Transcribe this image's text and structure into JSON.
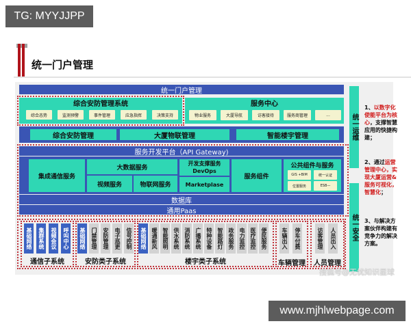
{
  "badges": {
    "top_left": "TG: MYYJJPP",
    "bottom_right": "www.mjhlwebpage.com"
  },
  "heading": {
    "title": "统一门户管理"
  },
  "diagram": {
    "portal_bar": "统一门户管理",
    "security_system": {
      "title": "综合安防管理系统",
      "items": [
        "综合态势",
        "监测预警",
        "事件管理",
        "应急指挥",
        "决策支持"
      ]
    },
    "service_center": {
      "title": "服务中心",
      "items": [
        "物业服务",
        "大厦导航",
        "访客接待",
        "服务商管理",
        "..."
      ]
    },
    "management_row": [
      "综合安防管理",
      "大厦物联管理",
      "智能楼宇管理"
    ],
    "platform": {
      "title": "服务开发平台（API Gateway)",
      "integrated_comm": "集成通信服务",
      "big_data": {
        "title": "大数据服务",
        "items": [
          "视频服务",
          "物联网服务"
        ]
      },
      "devops": {
        "title": "开发支撑服务",
        "subtitle": "DevOps",
        "marketplace": "Marketplase"
      },
      "service_components": "服务组件",
      "public_components": {
        "title": "公共组件与服务",
        "items": [
          "GIS +BIM",
          "统一认证",
          "位置服务",
          "ESB—"
        ]
      },
      "database": "数据库",
      "paas": "通用Paas"
    },
    "side_bars": {
      "ops": "统一运维",
      "security": "统一安全"
    },
    "subsystems": [
      {
        "label": "通信子系统",
        "items": [
          {
            "t": "基础网络",
            "blue": true
          },
          {
            "t": "集群系统",
            "blue": true
          },
          {
            "t": "视频会议",
            "blue": true
          },
          {
            "t": "呼叫中心",
            "blue": true
          }
        ]
      },
      {
        "label": "安防类子系统",
        "items": [
          {
            "t": "基础网络",
            "blue": true
          },
          {
            "t": "门禁管理"
          },
          {
            "t": "安防管理"
          },
          {
            "t": "电子巡更"
          },
          {
            "t": "信号控制"
          }
        ]
      },
      {
        "label": "楼宇类子系统",
        "items": [
          {
            "t": "基础网络",
            "blue": true
          },
          {
            "t": "暖通新风"
          },
          {
            "t": "智能照明"
          },
          {
            "t": "供水系统"
          },
          {
            "t": "消防系统"
          },
          {
            "t": "广播系统"
          },
          {
            "t": "特种设备"
          },
          {
            "t": "智能路灯"
          },
          {
            "t": "政务服务"
          },
          {
            "t": "电力监控"
          },
          {
            "t": "医疗监控"
          },
          {
            "t": "便民服务"
          }
        ]
      },
      {
        "label": "车辆管理",
        "items": [
          {
            "t": "车辆出入"
          },
          {
            "t": "停车付费"
          }
        ]
      },
      {
        "label": "人员管理",
        "items": [
          {
            "t": "访客管理"
          },
          {
            "t": "人员出入"
          }
        ]
      }
    ],
    "notes": [
      {
        "prefix": "1、",
        "red": "以数字化使能平台为核心",
        "rest": "，支撑智慧应用的快捷构建；"
      },
      {
        "prefix": "2、通过",
        "red": "运营管理中心，实现大厦运营&服务可视化，智慧化",
        "rest": "；"
      },
      {
        "prefix": "3、与解决方案伙伴构建有竞争力的解决方案。",
        "red": "",
        "rest": ""
      }
    ],
    "watermark": "搜狐号@无忧知识星球"
  },
  "colors": {
    "blue": "#3a55b4",
    "teal": "#2fd7b4",
    "red_dots": "#c0333b",
    "chip": "#f4f3cf"
  }
}
